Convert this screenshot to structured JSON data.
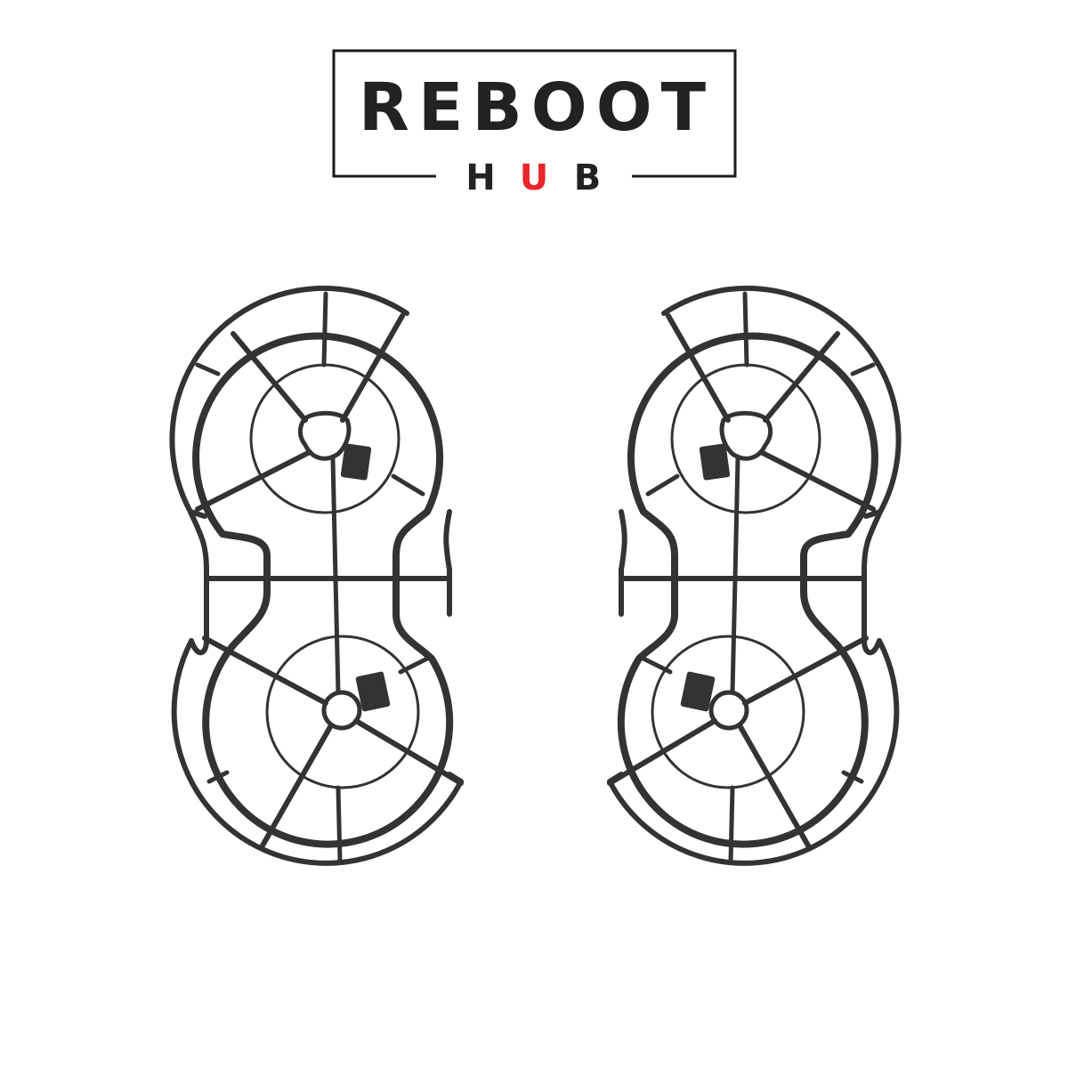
{
  "logo": {
    "brand_top": "REBOOT",
    "brand_bottom_parts": [
      "H",
      "U",
      "B"
    ],
    "text_color": "#222222",
    "accent_color": "#e8262b",
    "frame_color": "#1a1a1a"
  },
  "product": {
    "name": "propeller-guard-pair",
    "items": [
      {
        "id": "left-guard",
        "label": "left propeller guard"
      },
      {
        "id": "right-guard",
        "label": "right propeller guard"
      }
    ],
    "stroke_color": "#333333",
    "background": "#ffffff"
  }
}
